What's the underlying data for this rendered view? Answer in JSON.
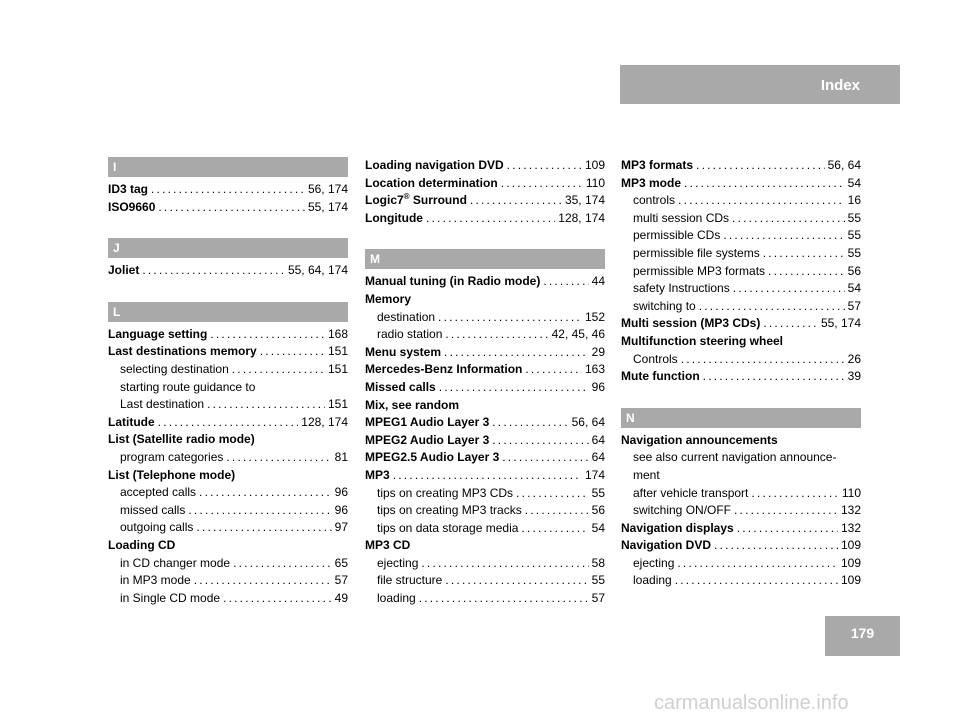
{
  "header": {
    "title": "Index"
  },
  "page_number": "179",
  "watermark": "carmanualsonline.info",
  "col1": {
    "s1": {
      "letter": "I"
    },
    "e1": {
      "term": "ID3 tag",
      "pages": "56, 174"
    },
    "e2": {
      "term": "ISO9660",
      "pages": "55, 174"
    },
    "s2": {
      "letter": "J"
    },
    "e3": {
      "term": "Joliet",
      "pages": "55, 64, 174"
    },
    "s3": {
      "letter": "L"
    },
    "e4": {
      "term": "Language setting",
      "pages": "168"
    },
    "e5": {
      "term": "Last destinations memory",
      "pages": "151"
    },
    "e6": {
      "term": "selecting destination",
      "pages": "151"
    },
    "e7": {
      "term": "starting route guidance to"
    },
    "e8": {
      "term": "Last destination",
      "pages": "151"
    },
    "e9": {
      "term": "Latitude",
      "pages": "128, 174"
    },
    "e10": {
      "term": "List (Satellite radio mode)"
    },
    "e11": {
      "term": "program categories",
      "pages": "81"
    },
    "e12": {
      "term": "List (Telephone mode)"
    },
    "e13": {
      "term": "accepted calls",
      "pages": "96"
    },
    "e14": {
      "term": "missed calls",
      "pages": "96"
    },
    "e15": {
      "term": "outgoing calls",
      "pages": "97"
    },
    "e16": {
      "term": "Loading CD"
    },
    "e17": {
      "term": "in CD changer mode",
      "pages": "65"
    },
    "e18": {
      "term": "in MP3 mode",
      "pages": "57"
    },
    "e19": {
      "term": "in Single CD mode",
      "pages": "49"
    }
  },
  "col2": {
    "e1": {
      "term": "Loading navigation DVD",
      "pages": "109"
    },
    "e2": {
      "term": "Location determination",
      "pages": "110"
    },
    "e3": {
      "term": "Logic7",
      "sup": "®",
      "term_b": " Surround",
      "pages": "35, 174"
    },
    "e4": {
      "term": "Longitude",
      "pages": "128, 174"
    },
    "s1": {
      "letter": "M"
    },
    "e5": {
      "term": "Manual tuning (in Radio mode)",
      "pages": "44"
    },
    "e6": {
      "term": "Memory"
    },
    "e7": {
      "term": "destination",
      "pages": "152"
    },
    "e8": {
      "term": "radio station",
      "pages": "42, 45, 46"
    },
    "e9": {
      "term": "Menu system",
      "pages": "29"
    },
    "e10": {
      "term": "Mercedes-Benz Information",
      "pages": "163"
    },
    "e11": {
      "term": "Missed calls",
      "pages": "96"
    },
    "e12": {
      "term": "Mix, see random"
    },
    "e13": {
      "term": "MPEG1 Audio Layer 3",
      "pages": "56, 64"
    },
    "e14": {
      "term": "MPEG2 Audio Layer 3",
      "pages": "64"
    },
    "e15": {
      "term": "MPEG2.5 Audio Layer 3",
      "pages": "64"
    },
    "e16": {
      "term": "MP3",
      "pages": "174"
    },
    "e17": {
      "term": "tips on creating MP3 CDs",
      "pages": "55"
    },
    "e18": {
      "term": "tips on creating MP3 tracks",
      "pages": "56"
    },
    "e19": {
      "term": "tips on data storage media",
      "pages": "54"
    },
    "e20": {
      "term": "MP3 CD"
    },
    "e21": {
      "term": "ejecting",
      "pages": "58"
    },
    "e22": {
      "term": "file structure",
      "pages": "55"
    },
    "e23": {
      "term": "loading",
      "pages": "57"
    }
  },
  "col3": {
    "e1": {
      "term": "MP3 formats",
      "pages": "56, 64"
    },
    "e2": {
      "term": "MP3 mode",
      "pages": "54"
    },
    "e3": {
      "term": "controls",
      "pages": "16"
    },
    "e4": {
      "term": "multi session CDs",
      "pages": "55"
    },
    "e5": {
      "term": "permissible CDs",
      "pages": "55"
    },
    "e6": {
      "term": "permissible file systems",
      "pages": "55"
    },
    "e7": {
      "term": "permissible MP3 formats",
      "pages": "56"
    },
    "e8": {
      "term": "safety Instructions",
      "pages": "54"
    },
    "e9": {
      "term": "switching to",
      "pages": "57"
    },
    "e10": {
      "term": "Multi session (MP3 CDs)",
      "pages": "55, 174"
    },
    "e11": {
      "term": "Multifunction steering wheel"
    },
    "e12": {
      "term": "Controls",
      "pages": "26"
    },
    "e13": {
      "term": "Mute function",
      "pages": "39"
    },
    "s1": {
      "letter": "N"
    },
    "e14": {
      "term": "Navigation announcements"
    },
    "e15": {
      "term": "see also current navigation announce-"
    },
    "e16": {
      "term": "ment"
    },
    "e17": {
      "term": "after vehicle transport",
      "pages": "110"
    },
    "e18": {
      "term": "switching ON/OFF",
      "pages": "132"
    },
    "e19": {
      "term": "Navigation displays",
      "pages": "132"
    },
    "e20": {
      "term": "Navigation DVD",
      "pages": "109"
    },
    "e21": {
      "term": "ejecting",
      "pages": "109"
    },
    "e22": {
      "term": "loading",
      "pages": "109"
    }
  }
}
